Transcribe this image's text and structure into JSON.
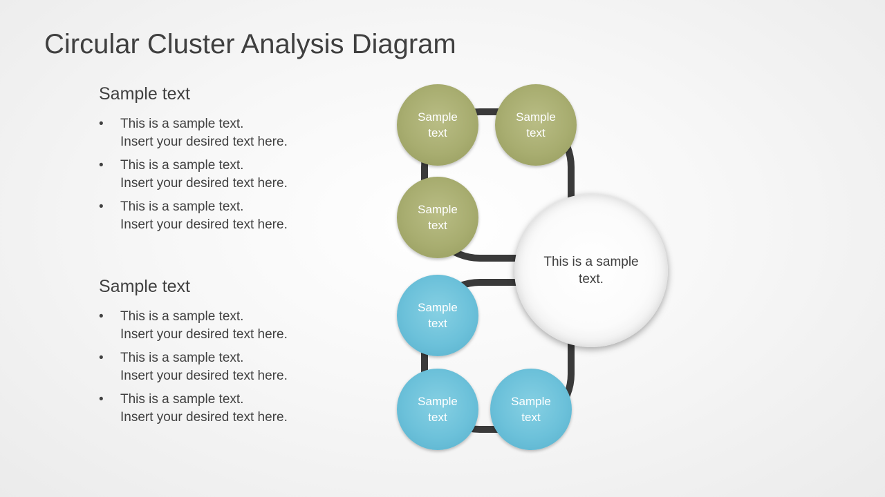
{
  "title": "Circular Cluster Analysis Diagram",
  "sections": [
    {
      "heading": "Sample text",
      "bullets": [
        {
          "line1": "This is a sample text.",
          "line2": "Insert your desired text here."
        },
        {
          "line1": "This is a sample text.",
          "line2": "Insert your desired text here."
        },
        {
          "line1": "This is a sample text.",
          "line2": "Insert your desired text here."
        }
      ]
    },
    {
      "heading": "Sample text",
      "bullets": [
        {
          "line1": "This is a sample text.",
          "line2": "Insert your desired text here."
        },
        {
          "line1": "This is a sample text.",
          "line2": "Insert your desired text here."
        },
        {
          "line1": "This is a sample text.",
          "line2": "Insert your desired text here."
        }
      ]
    }
  ],
  "bullet_symbol": "•",
  "diagram": {
    "center": {
      "label": "This is a sample text."
    },
    "green_nodes": [
      {
        "label": "Sample text"
      },
      {
        "label": "Sample text"
      },
      {
        "label": "Sample text"
      }
    ],
    "blue_nodes": [
      {
        "label": "Sample text"
      },
      {
        "label": "Sample text"
      },
      {
        "label": "Sample text"
      }
    ],
    "colors": {
      "green": "#a8ad70",
      "blue": "#6cc1da",
      "ring": "#3a3a3a",
      "center": "#ffffff"
    }
  }
}
